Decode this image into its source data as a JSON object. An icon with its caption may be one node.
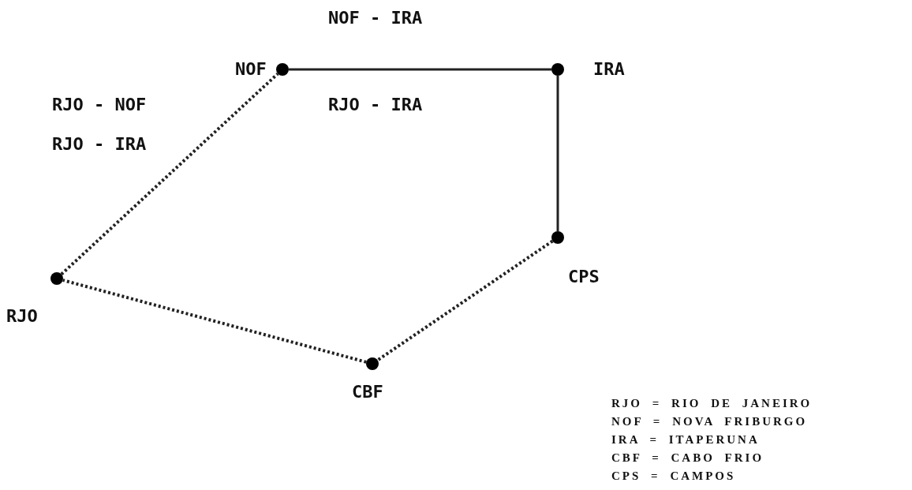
{
  "diagram": {
    "nodes": [
      {
        "text": [],
        "shape": "circle",
        "beside": [
          "RJO"
        ]
      },
      {
        "text": [],
        "shape": "circle",
        "beside": [
          "NOF"
        ]
      },
      {
        "text": [],
        "shape": "circle",
        "beside": [
          "IRA"
        ]
      },
      {
        "text": [],
        "shape": "circle",
        "beside": [
          "CPS"
        ]
      },
      {
        "text": [],
        "shape": "circle",
        "beside": [
          "CBF"
        ]
      }
    ],
    "edges": [
      {
        "from": 0,
        "to": 1,
        "arrow": "none",
        "style": "dashed"
      },
      {
        "from": 1,
        "to": 2,
        "arrow": "none"
      },
      {
        "from": 2,
        "to": 3,
        "arrow": "none"
      },
      {
        "from": 3,
        "to": 4,
        "arrow": "none",
        "style": "dashed"
      },
      {
        "from": 4,
        "to": 0,
        "arrow": "none",
        "style": "dashed"
      }
    ],
    "labels": [
      "NOF - IRA",
      "RJO - NOF",
      "RJO - IRA",
      "RJO - IRA",
      "RJO = RIO DE JANEIRO",
      "NOF = NOVA FRIBURGO",
      "IRA = ITAPERUNA",
      "CBF = CABO FRIO",
      "CPS = CAMPOS"
    ]
  }
}
